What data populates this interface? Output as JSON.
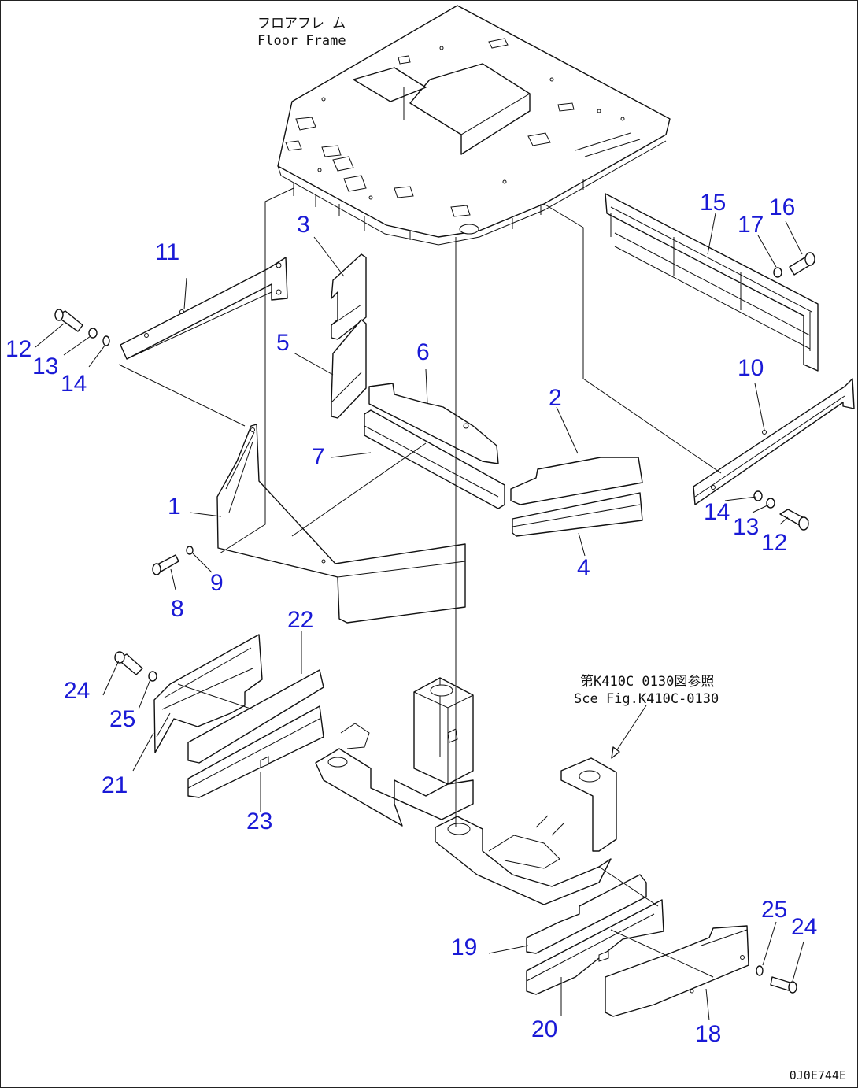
{
  "title_jp": "フロアフレ ム",
  "title_en": "Floor Frame",
  "reference_jp": "第K410C 0130図参照",
  "reference_en": "Sce Fig.K410C-0130",
  "figure_code": "0J0E744E",
  "callout_color": "#1a1ad6",
  "callouts": [
    {
      "id": "c1",
      "label": "1"
    },
    {
      "id": "c2",
      "label": "2"
    },
    {
      "id": "c3",
      "label": "3"
    },
    {
      "id": "c4",
      "label": "4"
    },
    {
      "id": "c5",
      "label": "5"
    },
    {
      "id": "c6",
      "label": "6"
    },
    {
      "id": "c7",
      "label": "7"
    },
    {
      "id": "c8",
      "label": "8"
    },
    {
      "id": "c9",
      "label": "9"
    },
    {
      "id": "c10",
      "label": "10"
    },
    {
      "id": "c11",
      "label": "11"
    },
    {
      "id": "c12a",
      "label": "12"
    },
    {
      "id": "c12b",
      "label": "12"
    },
    {
      "id": "c13a",
      "label": "13"
    },
    {
      "id": "c13b",
      "label": "13"
    },
    {
      "id": "c14a",
      "label": "14"
    },
    {
      "id": "c14b",
      "label": "14"
    },
    {
      "id": "c15",
      "label": "15"
    },
    {
      "id": "c16",
      "label": "16"
    },
    {
      "id": "c17",
      "label": "17"
    },
    {
      "id": "c18",
      "label": "18"
    },
    {
      "id": "c19",
      "label": "19"
    },
    {
      "id": "c20",
      "label": "20"
    },
    {
      "id": "c21",
      "label": "21"
    },
    {
      "id": "c22",
      "label": "22"
    },
    {
      "id": "c23",
      "label": "23"
    },
    {
      "id": "c24a",
      "label": "24"
    },
    {
      "id": "c24b",
      "label": "24"
    },
    {
      "id": "c25a",
      "label": "25"
    },
    {
      "id": "c25b",
      "label": "25"
    }
  ]
}
